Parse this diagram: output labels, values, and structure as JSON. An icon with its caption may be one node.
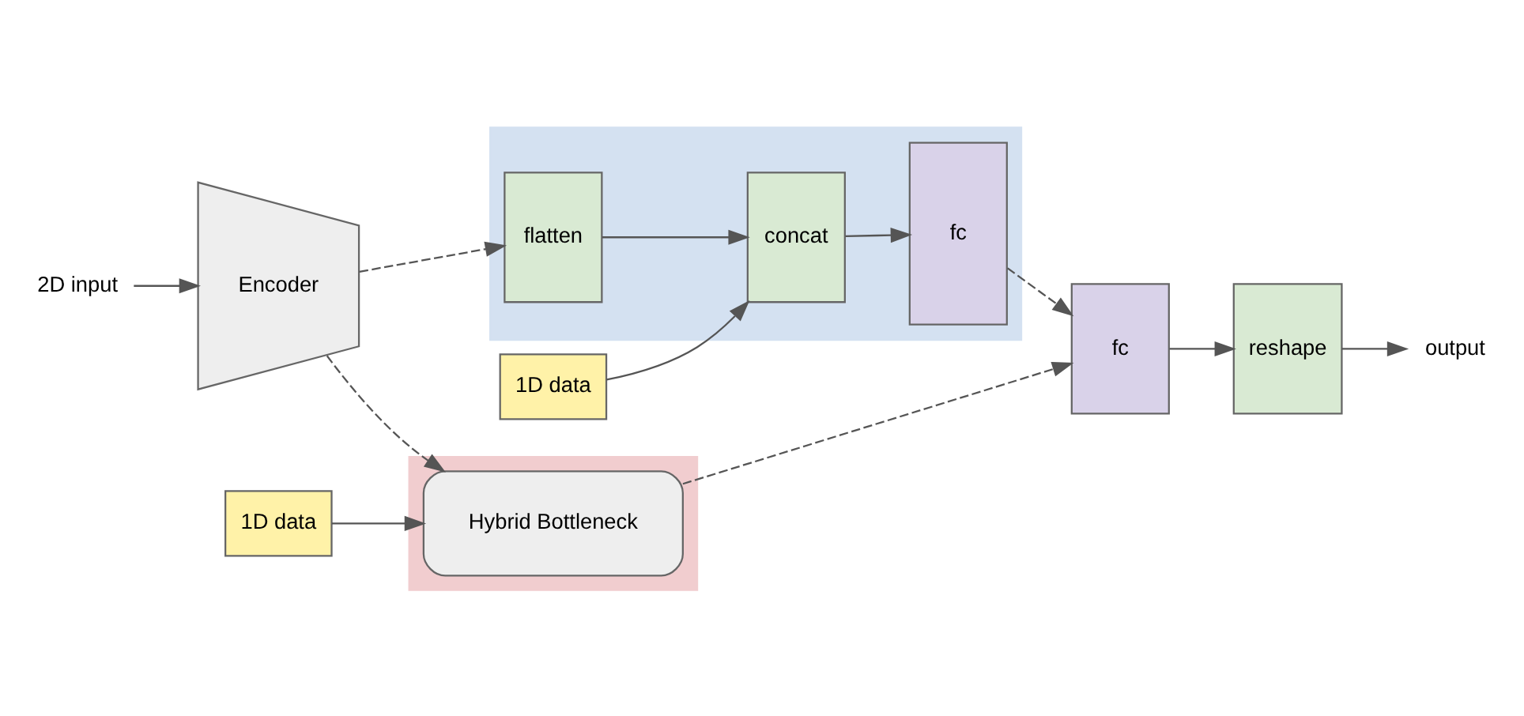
{
  "diagram": {
    "nodes": [
      {
        "text": [
          "2D input"
        ]
      },
      {
        "text": [
          "Encoder"
        ]
      },
      {
        "text": [],
        "shape": "box"
      },
      {
        "text": [
          "flatten"
        ],
        "in": 2
      },
      {
        "text": [
          "concat"
        ],
        "in": 2
      },
      {
        "text": [
          "fc"
        ],
        "in": 2
      },
      {
        "text": [
          "1D data"
        ]
      },
      {
        "text": [],
        "shape": "box"
      },
      {
        "text": [
          "Hybrid Bottleneck"
        ],
        "in": 7
      },
      {
        "text": [
          "1D data"
        ]
      },
      {
        "text": [
          "fc"
        ]
      },
      {
        "text": [
          "reshape"
        ]
      },
      {
        "text": [
          "output"
        ]
      }
    ],
    "edges": [
      {
        "from": 0,
        "to": 1,
        "arrow": "to"
      },
      {
        "from": 1,
        "to": 3,
        "arrow": "to",
        "style": "dashed"
      },
      {
        "from": 1,
        "to": 8,
        "arrow": "to",
        "style": "dashed"
      },
      {
        "from": 3,
        "to": 4,
        "arrow": "to"
      },
      {
        "from": 4,
        "to": 5,
        "arrow": "to"
      },
      {
        "from": 6,
        "to": 4,
        "arrow": "to"
      },
      {
        "from": 5,
        "to": 10,
        "arrow": "to",
        "style": "dashed"
      },
      {
        "from": 8,
        "to": 10,
        "arrow": "to",
        "style": "dashed"
      },
      {
        "from": 9,
        "to": 8,
        "arrow": "to"
      },
      {
        "from": 10,
        "to": 11,
        "arrow": "to"
      },
      {
        "from": 11,
        "to": 12,
        "arrow": "to"
      }
    ]
  }
}
